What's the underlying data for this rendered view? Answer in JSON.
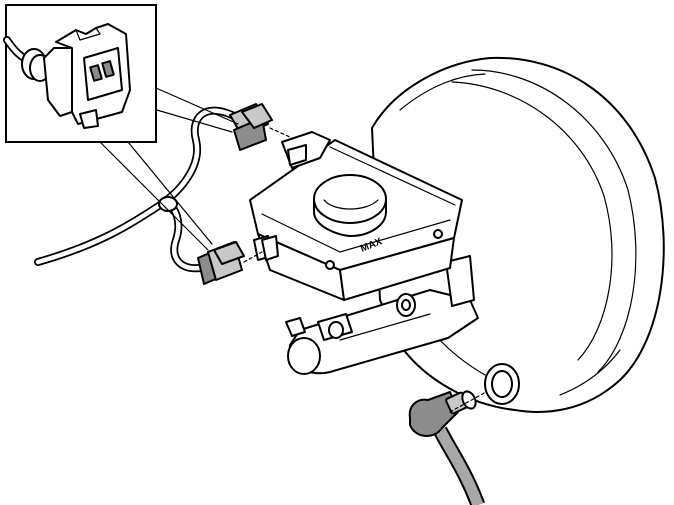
{
  "diagram": {
    "reservoir_marking": "MAX",
    "parts": [
      "brake-booster",
      "master-cylinder",
      "brake-fluid-reservoir",
      "reservoir-cap",
      "upper-sensor-connector",
      "lower-sensor-connector",
      "vacuum-hose",
      "vacuum-check-valve",
      "grommet",
      "connector-detail-inset"
    ]
  }
}
